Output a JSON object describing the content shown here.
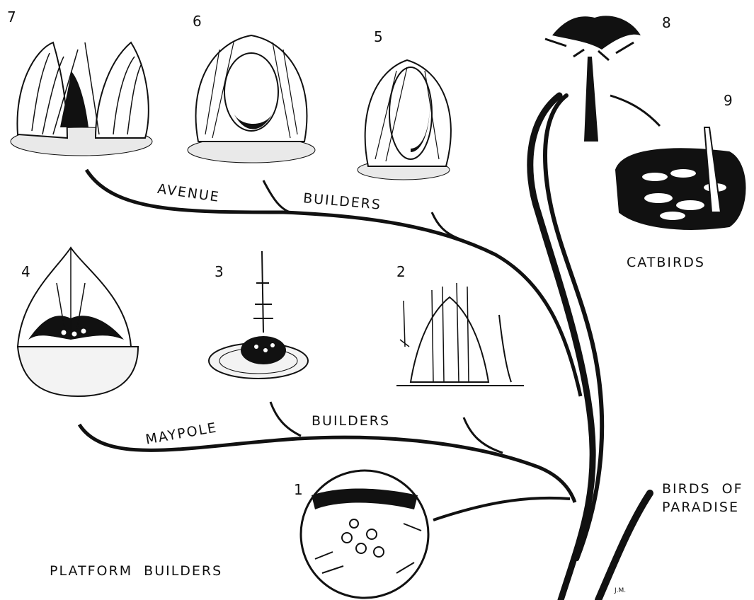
{
  "figure": {
    "numbers": {
      "n1": "1",
      "n2": "2",
      "n3": "3",
      "n4": "4",
      "n5": "5",
      "n6": "6",
      "n7": "7",
      "n8": "8",
      "n9": "9"
    },
    "labels": {
      "avenue": "AVENUE",
      "avenue_builders": "BUILDERS",
      "maypole": "MAYPOLE",
      "maypole_builders": "BUILDERS",
      "platform_builders": "PLATFORM  BUILDERS",
      "catbirds": "CATBIRDS",
      "birds_of_paradise_line1": "BIRDS  OF",
      "birds_of_paradise_line2": "PARADISE"
    },
    "signature": "J.M."
  },
  "colors": {
    "ink": "#111111",
    "paper": "#ffffff",
    "ground": "#f2f2f2"
  }
}
